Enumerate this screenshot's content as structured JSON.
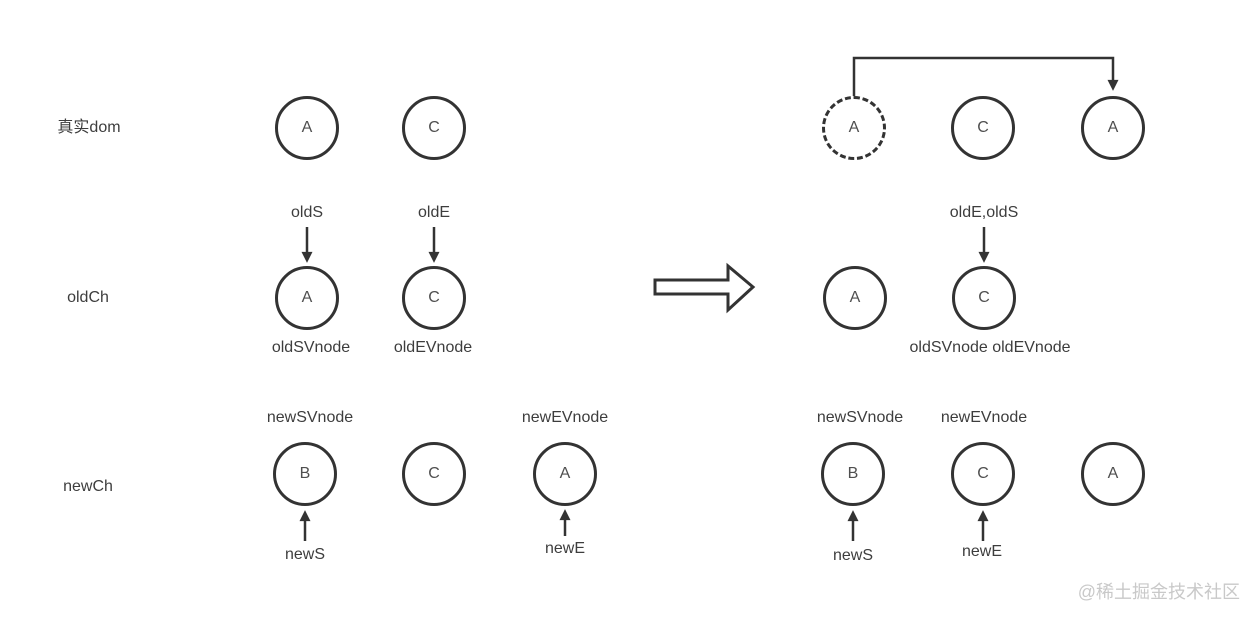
{
  "watermark": "@稀土掘金技术社区",
  "colors": {
    "stroke": "#333333",
    "label_text": "#3d3d3d",
    "node_letter": "#4f4f4f",
    "watermark": "#c9c9c9",
    "background": "#ffffff"
  },
  "row_labels": {
    "real_dom": "真实dom",
    "old_ch": "oldCh",
    "new_ch": "newCh"
  },
  "left": {
    "dom_nodes": [
      "A",
      "C"
    ],
    "old_pointers": [
      "oldS",
      "oldE"
    ],
    "old_nodes": [
      "A",
      "C"
    ],
    "old_node_labels": [
      "oldSVnode",
      "oldEVnode"
    ],
    "new_node_labels": [
      "newSVnode",
      "newEVnode"
    ],
    "new_nodes": [
      "B",
      "C",
      "A"
    ],
    "new_pointers": [
      "newS",
      "newE"
    ]
  },
  "right": {
    "dom_nodes": [
      "A",
      "C",
      "A"
    ],
    "old_pointer": "oldE,oldS",
    "old_nodes": [
      "A",
      "C"
    ],
    "old_node_labels": "oldSVnode oldEVnode",
    "new_node_labels": [
      "newSVnode",
      "newEVnode"
    ],
    "new_nodes": [
      "B",
      "C",
      "A"
    ],
    "new_pointers": [
      "newS",
      "newE"
    ]
  }
}
